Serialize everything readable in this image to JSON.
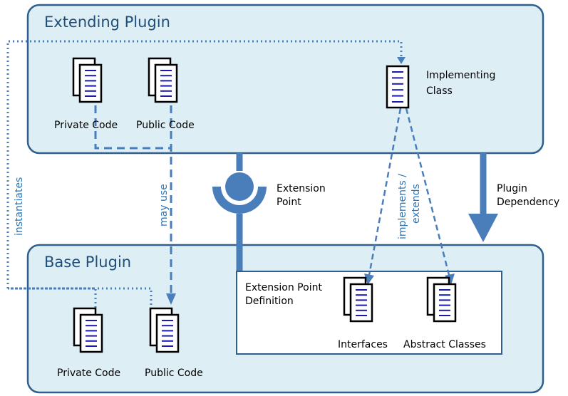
{
  "colors": {
    "plugin_fill": "#deeef5",
    "plugin_border": "#2e5f8e",
    "arrow": "#4a7ebb",
    "doc_lines": "#1a1ab0",
    "label_vertical": "#2e75b6"
  },
  "extending_plugin": {
    "title": "Extending Plugin",
    "private_code": "Private Code",
    "public_code": "Public Code",
    "implementing_class": [
      "Implementing",
      "Class"
    ]
  },
  "base_plugin": {
    "title": "Base Plugin",
    "private_code": "Private Code",
    "public_code": "Public Code",
    "extension_point_definition": [
      "Extension Point",
      "Definition"
    ],
    "interfaces": "Interfaces",
    "abstract_classes": "Abstract Classes"
  },
  "connectors": {
    "instantiates": "instantiates",
    "may_use": "may use",
    "implements_extends": [
      "implements /",
      "extends"
    ],
    "extension_point": [
      "Extension",
      "Point"
    ],
    "plugin_dependency": [
      "Plugin",
      "Dependency"
    ]
  },
  "icons": [
    "document-stack-icon",
    "document-icon",
    "socket-icon"
  ]
}
